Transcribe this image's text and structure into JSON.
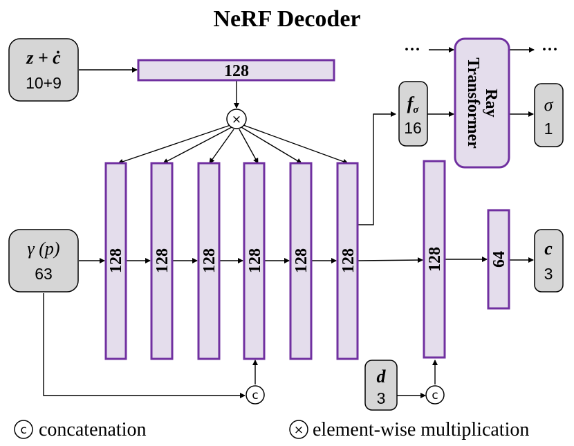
{
  "title": "NeRF Decoder",
  "colors": {
    "layer_fill": "#e4ddec",
    "layer_stroke": "#7030a0",
    "io_fill": "#d6d6d6",
    "io_stroke": "#000000",
    "arrow": "#000000"
  },
  "inputs": {
    "latent": {
      "var": "z + ċ",
      "dim": "10+9"
    },
    "position": {
      "var": "γ (p)",
      "dim": "63"
    },
    "direction": {
      "var": "d",
      "dim": "3"
    }
  },
  "features": {
    "var": "f",
    "sub": "σ",
    "dim": "16"
  },
  "outputs": {
    "density": {
      "var": "σ",
      "dim": "1"
    },
    "color": {
      "var": "c",
      "dim": "3"
    }
  },
  "layers": {
    "latent_fc": "128",
    "trunk": [
      "128",
      "128",
      "128",
      "128",
      "128",
      "128"
    ],
    "color_fc": "128",
    "color_out_fc": "64"
  },
  "ray_transformer": {
    "line1": "Ray",
    "line2": "Transformer"
  },
  "ellipsis": {
    "left": "···",
    "right": "···"
  },
  "ops": {
    "concat": "c",
    "multiply": "×"
  },
  "legend": {
    "concat_label": "concatenation",
    "multiply_label": "element-wise multiplication"
  }
}
